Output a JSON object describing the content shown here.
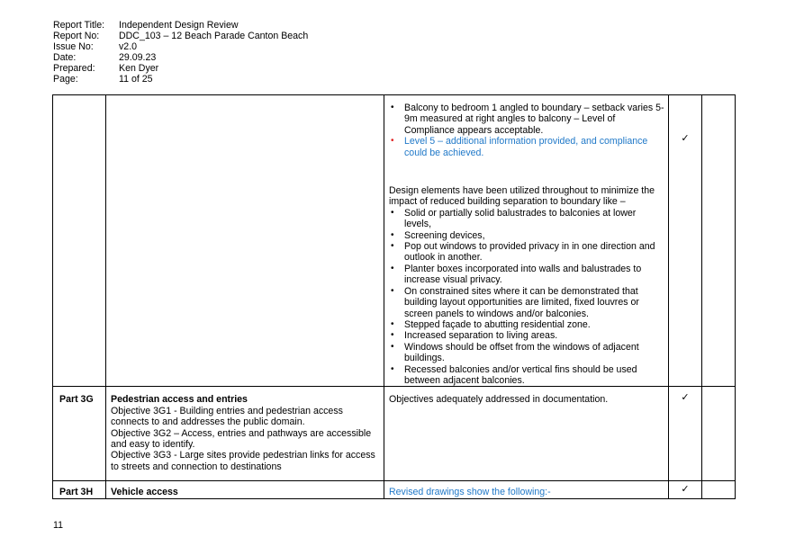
{
  "header": {
    "rows": [
      {
        "label": "Report Title:",
        "value": "Independent Design Review"
      },
      {
        "label": "Report No:",
        "value": "DDC_103 – 12 Beach Parade Canton Beach"
      },
      {
        "label": "Issue No:",
        "value": "v2.0"
      },
      {
        "label": "Date:",
        "value": "29.09.23"
      },
      {
        "label": "Prepared:",
        "value": "Ken Dyer"
      },
      {
        "label": "Page:",
        "value": "11 of 25"
      }
    ]
  },
  "row1": {
    "bullets_top": [
      "Balcony to bedroom 1 angled to boundary – setback varies 5-9m measured at right angles to balcony – Level of Compliance appears acceptable."
    ],
    "bullet_blue": "Level 5 – additional information provided, and compliance could be achieved.",
    "tick": "✓",
    "intro": "Design elements have been utilized throughout to minimize the impact of reduced building separation to boundary like –",
    "bullets": [
      "Solid or partially solid balustrades to balconies at lower levels,",
      "Screening devices,",
      "Pop out windows to provided privacy in in one direction and outlook in another.",
      "Planter boxes incorporated into walls and balustrades to increase visual privacy.",
      "On constrained sites where it can be demonstrated that building layout opportunities are limited, fixed louvres or screen panels to windows and/or balconies.",
      "Stepped façade to abutting residential zone.",
      "Increased separation to living areas.",
      "Windows should be offset from the windows of adjacent buildings.",
      "Recessed balconies and/or vertical fins should be used between adjacent balconies."
    ]
  },
  "row2": {
    "part": "Part 3G",
    "title": "Pedestrian access and entries",
    "objectives": [
      "Objective 3G1 - Building entries and pedestrian access connects to and addresses the public domain.",
      "Objective 3G2 – Access, entries and pathways are accessible and easy to identify.",
      "Objective 3G3 - Large sites provide pedestrian links for access to streets and connection to destinations"
    ],
    "comment": "Objectives adequately addressed in documentation.",
    "tick": "✓"
  },
  "row3": {
    "part": "Part 3H",
    "title": "Vehicle access",
    "comment": "Revised drawings show the following:-",
    "tick": "✓"
  },
  "footer": {
    "page_number": "11"
  }
}
